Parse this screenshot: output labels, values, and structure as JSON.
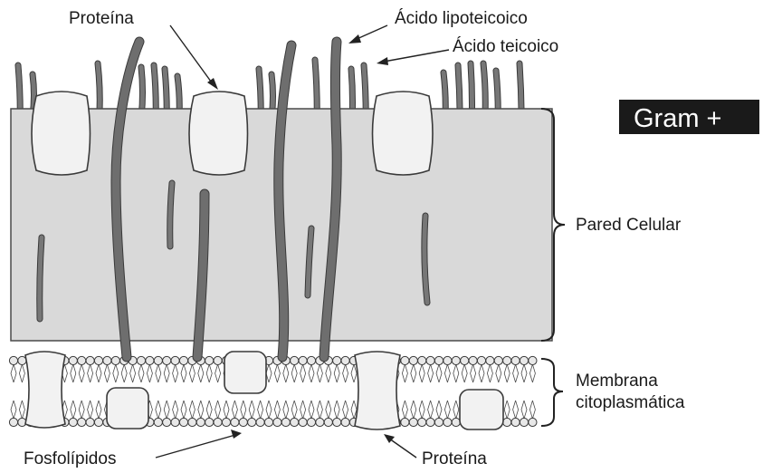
{
  "labels": {
    "protein_top": "Proteína",
    "lipoteichoic_acid": "Ácido lipoteicoico",
    "teichoic_acid": "Ácido teicoico",
    "gram_badge": "Gram +",
    "cell_wall": "Pared Celular",
    "membrane_line1": "Membrana",
    "membrane_line2": "citoplasmática",
    "phospholipids": "Fosfolípidos",
    "protein_bottom": "Proteína"
  },
  "colors": {
    "wall_fill": "#d9d9d9",
    "badge_bg": "#1a1a1a",
    "protein_fill": "#f2f2f2",
    "phospholipid_head": "#e8e8e8"
  }
}
